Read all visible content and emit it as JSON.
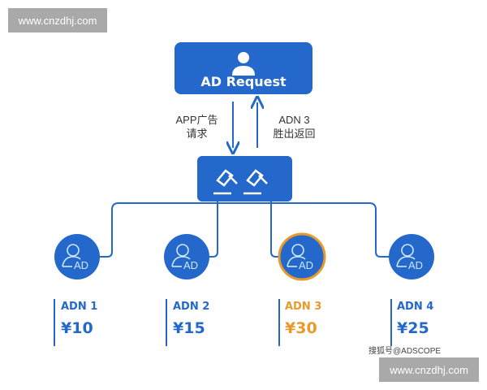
{
  "watermark": "www.cnzdhj.com",
  "request_box": {
    "label": "AD Request"
  },
  "arrow_down_label": [
    "APP广告",
    "请求"
  ],
  "arrow_up_label": [
    "ADN 3",
    "胜出返回"
  ],
  "adns": [
    {
      "name": "ADN 1",
      "price": "¥10",
      "winner": false
    },
    {
      "name": "ADN 2",
      "price": "¥15",
      "winner": false
    },
    {
      "name": "ADN 3",
      "price": "¥30",
      "winner": true
    },
    {
      "name": "ADN 4",
      "price": "¥25",
      "winner": false
    }
  ],
  "avatar_text": "AD",
  "credit": "搜狐号@ADSCOPE",
  "colors": {
    "blue": "#2468cc",
    "winner": "#e89a2a",
    "gray": "#a9a9a9"
  }
}
